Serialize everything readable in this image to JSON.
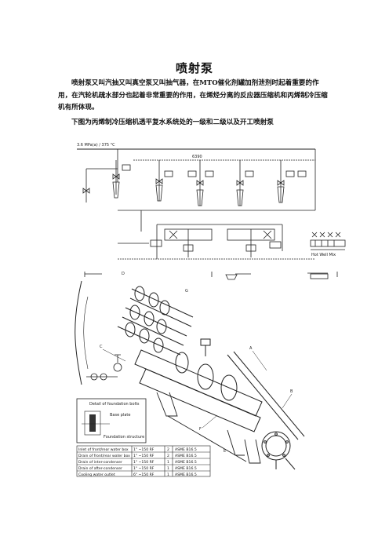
{
  "document": {
    "title": "喷射泵",
    "paragraph": "喷射泵又叫汽抽又叫真空泵又叫抽气器，在MTO催化剂罐加剂泄剂时起着重要的作用，在汽轮机疏水部分也起着非常重要的作用，在烯烃分离的反应器压缩机和丙烯制冷压缩机有所体现。",
    "caption": "下图为丙烯制冷压缩机透平复水系统处的一级和二级以及开工喷射泵"
  },
  "figure1": {
    "steam_label": "3.6 MPa(a) / 375 °C",
    "line_label": "6390",
    "hotwell_label": "Hot Well Mix"
  },
  "figure2": {
    "callouts": [
      "A",
      "B",
      "C",
      "D",
      "E",
      "F",
      "G"
    ],
    "detail_title": "Detail of foundation bolts",
    "detail_labels": [
      "Base plate",
      "Foundation structure"
    ],
    "connections": [
      {
        "name": "Inlet of front/rear water box",
        "size": "1\" ~150 RF",
        "qty": "2",
        "std": "ASME B16.5"
      },
      {
        "name": "Drain of front/rear water box",
        "size": "1\" ~150 RF",
        "qty": "2",
        "std": "ASME B16.5"
      },
      {
        "name": "Drain of inter-condenser",
        "size": "1\" ~150 RF",
        "qty": "1",
        "std": "ASME B16.5"
      },
      {
        "name": "Drain of after-condenser",
        "size": "1\" ~150 RF",
        "qty": "1",
        "std": "ASME B16.5"
      },
      {
        "name": "Cooling water outlet",
        "size": "6\" ~150 RF",
        "qty": "1",
        "std": "ASME B16.5"
      }
    ]
  }
}
